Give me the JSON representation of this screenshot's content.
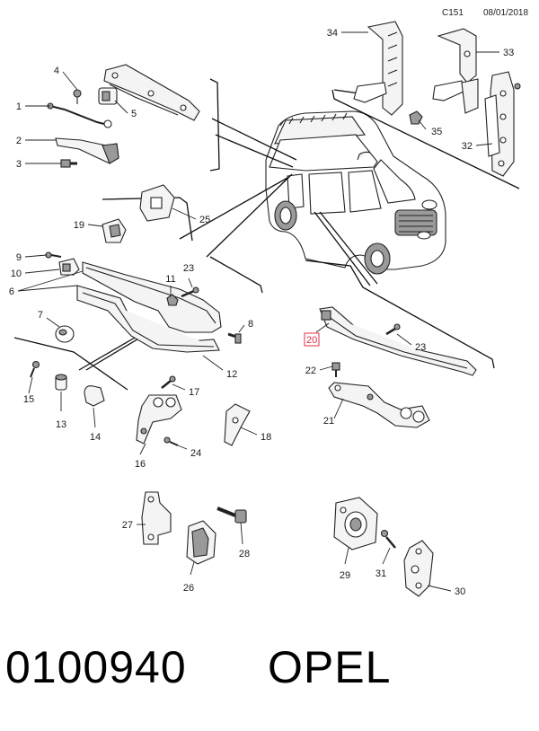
{
  "header": {
    "code": "C151",
    "date": "08/01/2018"
  },
  "footer": {
    "part_number": "0100940",
    "brand": "OPEL"
  },
  "callouts": {
    "c1": "1",
    "c2": "2",
    "c3": "3",
    "c4": "4",
    "c5": "5",
    "c6": "6",
    "c7": "7",
    "c8": "8",
    "c9": "9",
    "c10": "10",
    "c11": "11",
    "c12": "12",
    "c13": "13",
    "c14": "14",
    "c15": "15",
    "c16": "16",
    "c17": "17",
    "c18": "18",
    "c19": "19",
    "c20": "20",
    "c21": "21",
    "c22": "22",
    "c23a": "23",
    "c23b": "23",
    "c24": "24",
    "c25": "25",
    "c26": "26",
    "c27": "27",
    "c28": "28",
    "c29": "29",
    "c30": "30",
    "c31": "31",
    "c32": "32",
    "c33": "33",
    "c34": "34",
    "c35": "35"
  },
  "highlight": {
    "callout": "20",
    "color": "#e0304a"
  }
}
